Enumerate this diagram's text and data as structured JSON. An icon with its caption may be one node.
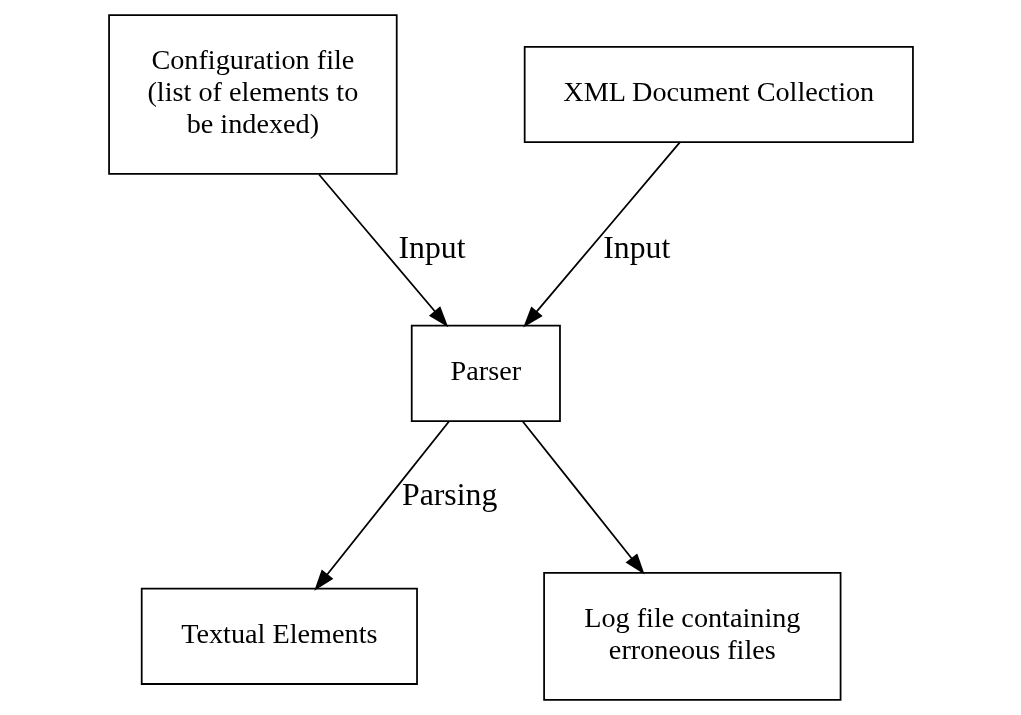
{
  "diagram": {
    "nodes": [
      {
        "text": [
          "Configuration file (list of elements to be indexed)"
        ]
      },
      {
        "text": [
          "XML Document Collection"
        ]
      },
      {
        "text": [
          "Parser"
        ]
      },
      {
        "text": [
          "Textual Elements"
        ]
      },
      {
        "text": [
          "Log file containing erroneous files"
        ]
      }
    ],
    "edges": [
      {
        "from": 0,
        "to": 2,
        "arrow": "to",
        "label": "Input"
      },
      {
        "from": 1,
        "to": 2,
        "arrow": "to",
        "label": "Input"
      },
      {
        "from": 2,
        "to": 3,
        "arrow": "to",
        "label": "Parsing"
      },
      {
        "from": 2,
        "to": 4,
        "arrow": "to"
      }
    ]
  }
}
